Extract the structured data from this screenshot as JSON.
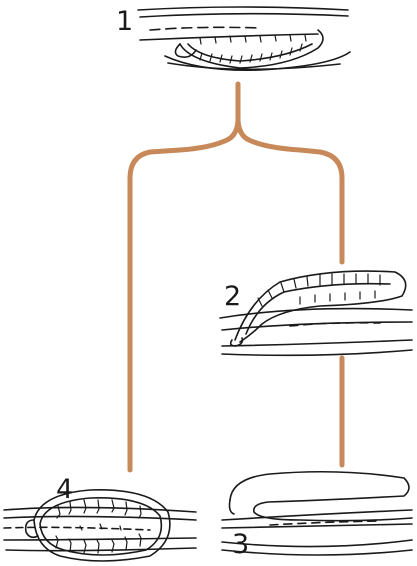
{
  "stages": [
    {
      "id": "1",
      "label": "1"
    },
    {
      "id": "2",
      "label": "2"
    },
    {
      "id": "3",
      "label": "3"
    },
    {
      "id": "4",
      "label": "4"
    }
  ],
  "colors": {
    "connector": "#c8895a",
    "ink": "#1a1a1a"
  }
}
